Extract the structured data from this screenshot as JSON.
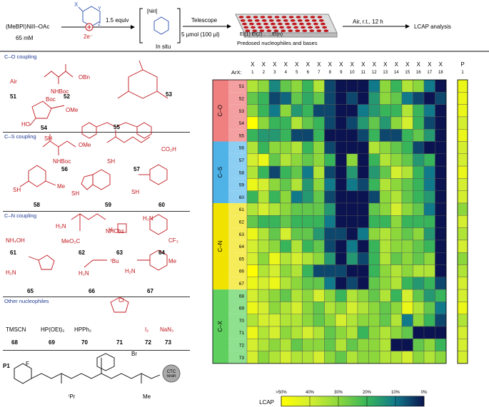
{
  "scheme": {
    "reagent": "(MeBPI)NiII–OAc",
    "reagent_conc": "65 mM",
    "equiv": "1.5 equiv",
    "electrons": "2e⁻",
    "intermediate": "[NiII]",
    "in_situ": "In situ",
    "telescope": "Telescope",
    "amount": "5 µmol (100 µl)",
    "plate_label": "El(1) El(2)...     ...El(n)",
    "predosed": "Predosed nucleophiles and bases",
    "conditions": "Air, r.t., 12 h",
    "analysis": "LCAP analysis",
    "aryl_x": "X",
    "ring_y": "Y",
    "ring_z": "Z"
  },
  "sections": {
    "co": "C–O coupling",
    "cs": "C–S coupling",
    "cn": "C–N coupling",
    "other": "Other nucleophiles"
  },
  "compounds": [
    {
      "id": "51",
      "label": "Air"
    },
    {
      "id": "52",
      "label": ""
    },
    {
      "id": "53",
      "label": ""
    },
    {
      "id": "54",
      "label": ""
    },
    {
      "id": "55",
      "label": ""
    },
    {
      "id": "56",
      "label": ""
    },
    {
      "id": "57",
      "label": ""
    },
    {
      "id": "58",
      "label": ""
    },
    {
      "id": "59",
      "label": ""
    },
    {
      "id": "60",
      "label": ""
    },
    {
      "id": "61",
      "label": "NH₄OH"
    },
    {
      "id": "62",
      "label": ""
    },
    {
      "id": "63",
      "label": ""
    },
    {
      "id": "64",
      "label": ""
    },
    {
      "id": "65",
      "label": ""
    },
    {
      "id": "66",
      "label": ""
    },
    {
      "id": "67",
      "label": ""
    },
    {
      "id": "68",
      "label": "TMSCN"
    },
    {
      "id": "69",
      "label": "HP(OEt)₂"
    },
    {
      "id": "70",
      "label": "HPPh₂"
    },
    {
      "id": "71",
      "label": ""
    },
    {
      "id": "72",
      "label": "I₂"
    },
    {
      "id": "73",
      "label": "NaN₃"
    }
  ],
  "struct_text": {
    "nhboc": "NHBoc",
    "obn": "OBn",
    "ho": "HO",
    "oh": "OH",
    "ome": "OMe",
    "boc": "Boc",
    "sh": "SH",
    "co2h": "CO₂H",
    "me": "Me",
    "h": "H",
    "n": "N",
    "s": "S",
    "o": "O",
    "nhcbz": "NHCbz",
    "meo2c": "MeO₂C",
    "h2n": "H₂N",
    "cf3": "CF₃",
    "tbu": "ᵗBu",
    "cl": "Cl",
    "p1": "P1",
    "f": "F",
    "br": "Br",
    "ipr": "ⁱPr",
    "ctc": "CTC resin"
  },
  "chart_data": {
    "type": "heatmap",
    "value_key": "LCAP",
    "axis_label": "ArX:",
    "x_header": "X",
    "columns": [
      "1",
      "2",
      "3",
      "4",
      "5",
      "6",
      "7",
      "8",
      "9",
      "10",
      "11",
      "12",
      "13",
      "14",
      "15",
      "16",
      "17",
      "18"
    ],
    "rows": [
      "51",
      "52",
      "53",
      "54",
      "55",
      "56",
      "57",
      "58",
      "59",
      "60",
      "61",
      "62",
      "63",
      "64",
      "65",
      "66",
      "67",
      "68",
      "69",
      "70",
      "71",
      "72",
      "73"
    ],
    "groups": [
      {
        "name": "C–O",
        "rows": [
          "51",
          "52",
          "53",
          "54",
          "55"
        ],
        "color": "#f08080"
      },
      {
        "name": "C–S",
        "rows": [
          "56",
          "57",
          "58",
          "59",
          "60"
        ],
        "color": "#4fb3e8"
      },
      {
        "name": "C–N",
        "rows": [
          "61",
          "62",
          "63",
          "64",
          "65",
          "66",
          "67"
        ],
        "color": "#f2e200"
      },
      {
        "name": "C–X",
        "rows": [
          "68",
          "69",
          "70",
          "71",
          "72",
          "73"
        ],
        "color": "#5fd05f"
      }
    ],
    "values": [
      [
        35,
        30,
        12,
        25,
        30,
        20,
        35,
        5,
        0,
        0,
        0,
        10,
        30,
        20,
        35,
        30,
        10,
        0
      ],
      [
        25,
        20,
        5,
        8,
        25,
        18,
        25,
        5,
        0,
        5,
        0,
        15,
        30,
        25,
        10,
        5,
        0,
        5
      ],
      [
        30,
        20,
        10,
        30,
        15,
        20,
        5,
        5,
        0,
        0,
        10,
        15,
        20,
        20,
        35,
        20,
        10,
        0
      ],
      [
        50,
        30,
        20,
        20,
        35,
        25,
        20,
        5,
        0,
        5,
        15,
        25,
        15,
        30,
        40,
        20,
        5,
        0
      ],
      [
        20,
        15,
        15,
        20,
        5,
        5,
        20,
        0,
        0,
        0,
        5,
        20,
        5,
        5,
        20,
        25,
        15,
        0
      ],
      [
        35,
        20,
        30,
        30,
        35,
        20,
        30,
        5,
        0,
        0,
        0,
        35,
        30,
        25,
        20,
        5,
        0,
        0
      ],
      [
        40,
        45,
        25,
        35,
        30,
        25,
        30,
        20,
        0,
        30,
        0,
        20,
        35,
        30,
        25,
        15,
        20,
        0
      ],
      [
        35,
        20,
        5,
        20,
        25,
        10,
        35,
        5,
        0,
        15,
        0,
        15,
        25,
        40,
        35,
        20,
        10,
        0
      ],
      [
        45,
        40,
        30,
        25,
        35,
        15,
        30,
        10,
        0,
        10,
        5,
        20,
        35,
        30,
        25,
        20,
        10,
        0
      ],
      [
        20,
        35,
        20,
        30,
        10,
        15,
        25,
        5,
        0,
        0,
        0,
        5,
        30,
        35,
        25,
        20,
        15,
        0
      ],
      [
        35,
        40,
        35,
        30,
        25,
        25,
        25,
        15,
        0,
        0,
        0,
        25,
        30,
        40,
        30,
        25,
        10,
        0
      ],
      [
        25,
        20,
        20,
        25,
        20,
        20,
        20,
        10,
        0,
        0,
        0,
        20,
        20,
        30,
        20,
        20,
        20,
        0
      ],
      [
        45,
        35,
        25,
        40,
        25,
        25,
        15,
        5,
        5,
        0,
        10,
        30,
        35,
        30,
        25,
        30,
        15,
        0
      ],
      [
        40,
        35,
        30,
        20,
        35,
        20,
        25,
        5,
        0,
        10,
        0,
        20,
        35,
        30,
        30,
        25,
        20,
        0
      ],
      [
        40,
        30,
        45,
        35,
        40,
        35,
        30,
        15,
        0,
        15,
        5,
        20,
        35,
        25,
        30,
        25,
        30,
        0
      ],
      [
        50,
        35,
        40,
        30,
        35,
        20,
        5,
        5,
        5,
        0,
        0,
        20,
        30,
        35,
        30,
        35,
        35,
        0
      ],
      [
        45,
        40,
        45,
        35,
        30,
        25,
        25,
        10,
        0,
        5,
        0,
        25,
        30,
        35,
        20,
        15,
        20,
        5
      ],
      [
        40,
        35,
        30,
        25,
        35,
        30,
        40,
        30,
        20,
        35,
        30,
        25,
        35,
        20,
        40,
        25,
        15,
        20
      ],
      [
        45,
        40,
        30,
        35,
        40,
        30,
        25,
        35,
        30,
        40,
        35,
        30,
        25,
        30,
        45,
        35,
        25,
        10
      ],
      [
        35,
        40,
        40,
        35,
        35,
        30,
        25,
        30,
        40,
        35,
        30,
        30,
        25,
        35,
        10,
        30,
        20,
        5
      ],
      [
        45,
        35,
        40,
        30,
        35,
        40,
        35,
        25,
        30,
        35,
        20,
        30,
        35,
        30,
        25,
        0,
        0,
        0
      ],
      [
        40,
        35,
        30,
        35,
        25,
        30,
        30,
        25,
        35,
        25,
        30,
        30,
        35,
        0,
        0,
        25,
        30,
        20
      ],
      [
        40,
        30,
        35,
        40,
        35,
        35,
        40,
        30,
        25,
        35,
        30,
        30,
        35,
        35,
        40,
        30,
        35,
        30
      ]
    ],
    "extra_column": {
      "header": "P",
      "sub": "1",
      "values": [
        45,
        45,
        45,
        40,
        45,
        40,
        40,
        45,
        40,
        40,
        30,
        40,
        35,
        40,
        30,
        35,
        40,
        40,
        45,
        35,
        40,
        40,
        40
      ]
    },
    "legend": {
      "title": "LCAP",
      "ticks": [
        ">50%",
        "40%",
        "30%",
        "20%",
        "10%",
        "0%"
      ],
      "colors": [
        "#ffff00",
        "#d4ef30",
        "#8cd83c",
        "#38b55a",
        "#117a8a",
        "#0b1450"
      ]
    }
  }
}
